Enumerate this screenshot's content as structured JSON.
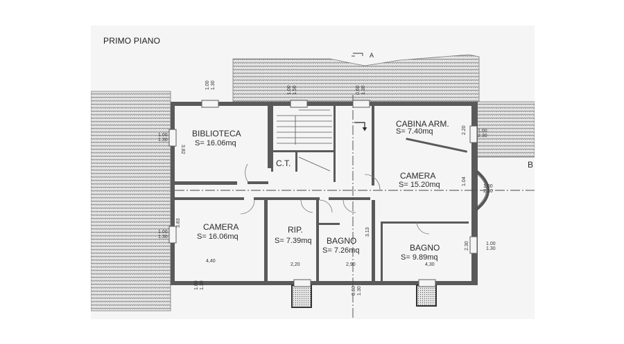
{
  "title": "PRIMO PIANO",
  "section_marker": "A",
  "rooms": [
    {
      "name": "BIBLIOTECA",
      "area": "S= 16.06mq"
    },
    {
      "name": "C.T.",
      "area": ""
    },
    {
      "name": "CABINA ARM.",
      "area": "S= 7.40mq"
    },
    {
      "name": "CAMERA",
      "area": "S= 15.20mq"
    },
    {
      "name": "CAMERA",
      "area": "S= 16.06mq"
    },
    {
      "name": "RIP.",
      "area": "S= 7.39mq"
    },
    {
      "name": "BAGNO",
      "area": "S= 7.26mq"
    },
    {
      "name": "BAGNO",
      "area": "S= 9.89mq"
    }
  ],
  "dimensions": {
    "w_top_a": "1.00",
    "w_top_b": "1.30",
    "w_stair_a": "1.00",
    "w_stair_b": "1.50",
    "w_mid_a": "0.60",
    "w_mid_b": "1.30",
    "w_left1_a": "1.00",
    "w_left1_b": "1.30",
    "w_left2_a": "1.00",
    "w_left2_b": "1.30",
    "h_biblio": "3.82",
    "h_camera_l": "3.83",
    "w_camera_l": "4,40",
    "w_rip": "2,20",
    "w_bagno_c": "2,90",
    "h_bagno_c": "3.13",
    "w_bagno_r": "4,30",
    "h_bagno_r": "2.30",
    "h_cabina": "2.20",
    "h_camera_r": "1.04",
    "w_right1_a": "1.00",
    "w_right1_b": "2.30",
    "w_right2_a": "1.00",
    "w_right2_b": "2.30",
    "w_right3_a": "1.00",
    "w_right3_b": "1.30",
    "w_bot1_a": "1.00",
    "w_bot1_b": "1.30",
    "w_bot2_a": "0.60",
    "w_bot2_b": "1.30"
  },
  "partial_label": "B"
}
